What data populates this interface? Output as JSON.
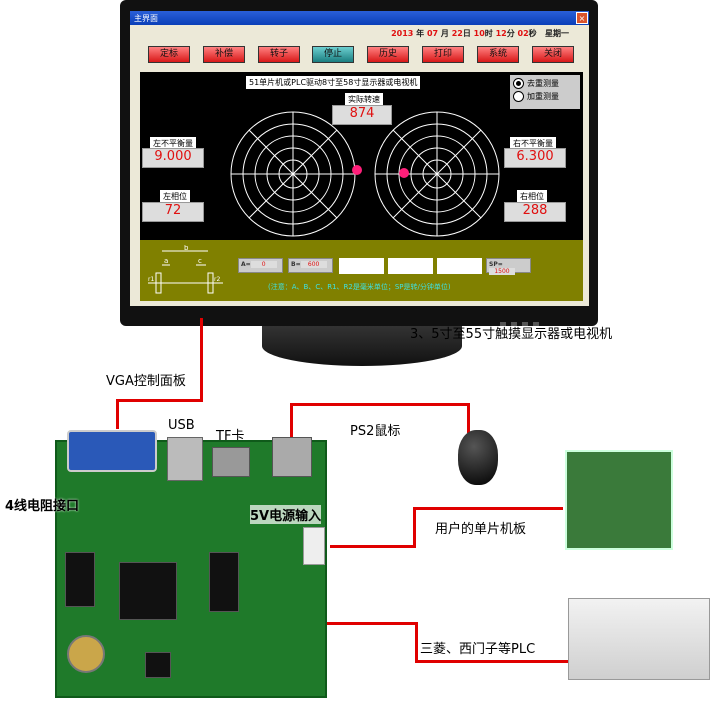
{
  "window": {
    "title": "主界面",
    "close": "×"
  },
  "date": {
    "year": "2013",
    "y": "年",
    "month": "07",
    "m": "月",
    "day": "22",
    "d": "日",
    "hour": "10",
    "h": "时",
    "minute": "12",
    "min": "分",
    "second": "02",
    "s": "秒",
    "weekday": "星期一"
  },
  "toolbar": [
    "定标",
    "补偿",
    "转子",
    "停止",
    "历史",
    "打印",
    "系统",
    "关闭"
  ],
  "panel": {
    "caption": "51单片机或PLC驱动8寸至58寸显示器或电视机",
    "speed_label": "实际转速",
    "speed": "874",
    "left_unbalance_label": "左不平衡量",
    "left_unbalance": "9.000",
    "left_phase_label": "左相位",
    "left_phase": "72",
    "right_unbalance_label": "右不平衡量",
    "right_unbalance": "6.300",
    "right_phase_label": "右相位",
    "right_phase": "288",
    "radio": [
      {
        "label": "去重测量",
        "checked": true
      },
      {
        "label": "加重测量",
        "checked": false
      }
    ]
  },
  "params": {
    "a_label": "A=",
    "a": "0",
    "b_label": "B=",
    "b": "600",
    "sp_label": "SP=",
    "sp": "1500",
    "note": "(注意：A、B、C、R1、R2是毫米单位；SP是转/分钟单位)",
    "dim_b": "b",
    "dim_a": "a",
    "dim_c": "c",
    "dim_r1": "r1",
    "dim_r2": "r2"
  },
  "labels": {
    "monitor": "3、5寸至55寸触摸显示器或电视机",
    "vga": "VGA控制面板",
    "usb": "USB",
    "tf": "TF卡",
    "ps2": "PS2鼠标",
    "touch": "4线电阻接口",
    "power": "5V电源输入",
    "mcu": "用户的单片机板",
    "plc": "三菱、西门子等PLC"
  }
}
